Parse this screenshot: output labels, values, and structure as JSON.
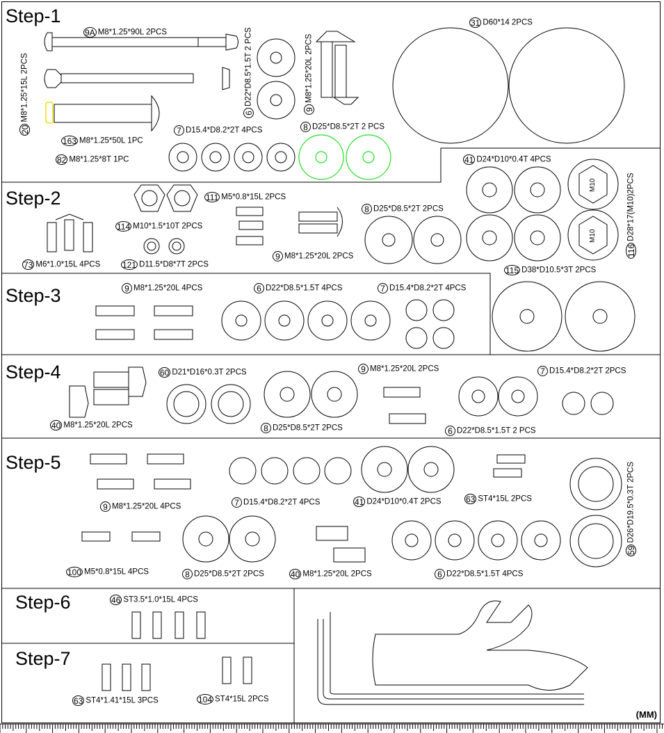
{
  "steps": {
    "s1": "Step-1",
    "s2": "Step-2",
    "s3": "Step-3",
    "s4": "Step-4",
    "s5": "Step-5",
    "s6": "Step-6",
    "s7": "Step-7"
  },
  "unit": "(MM)",
  "parts": {
    "p9a": {
      "num": "9A",
      "text": "M8*1.25*90L  2PCS"
    },
    "p20": {
      "num": "20",
      "text": "M8*1.25*15L  2PCS"
    },
    "p163": {
      "num": "163",
      "text": "M8*1.25*50L  1PC"
    },
    "p82": {
      "num": "82",
      "text": "M8*1.25*8T  1PC"
    },
    "p6a": {
      "num": "6",
      "text": "D22*D8.5*1.5T  2 PCS"
    },
    "p9b": {
      "num": "9",
      "text": "M8*1.25*20L  2PCS"
    },
    "p7a": {
      "num": "7",
      "text": "D15.4*D8.2*2T  4PCS"
    },
    "p8a": {
      "num": "8",
      "text": "D25*D8.5*2T  2 PCS"
    },
    "p31": {
      "num": "31",
      "text": "D60*14  2PCS"
    },
    "p41a": {
      "num": "41",
      "text": "D24*D10*0.4T 4PCS"
    },
    "p116": {
      "num": "116",
      "text": "D28*17(M10)2PCS"
    },
    "p116_mark": "M10",
    "p115": {
      "num": "115",
      "text": "D38*D10.5*3T 2PCS"
    },
    "p114": {
      "num": "114",
      "text": "M10*1.5*10T 2PCS"
    },
    "p111": {
      "num": "111",
      "text": "M5*0.8*15L  2PCS"
    },
    "p8b": {
      "num": "8",
      "text": "D25*D8.5*2T  2PCS"
    },
    "p9c": {
      "num": "9",
      "text": "M8*1.25*20L  2PCS"
    },
    "p73": {
      "num": "73",
      "text": "M6*1.0*15L  4PCS"
    },
    "p121": {
      "num": "121",
      "text": "D11.5*D8*7T  2PCS"
    },
    "p9d": {
      "num": "9",
      "text": "M8*1.25*20L  4PCS"
    },
    "p6b": {
      "num": "6",
      "text": "D22*D8.5*1.5T  4PCS"
    },
    "p7b": {
      "num": "7",
      "text": "D15.4*D8.2*2T 4PCS"
    },
    "p60": {
      "num": "60",
      "text": "D21*D16*0.3T 2PCS"
    },
    "p9e": {
      "num": "9",
      "text": "M8*1.25*20L  2PCS"
    },
    "p7c": {
      "num": "7",
      "text": "D15.4*D8.2*2T  2PCS"
    },
    "p40a": {
      "num": "40",
      "text": "M8*1.25*20L  2PCS"
    },
    "p8c": {
      "num": "8",
      "text": "D25*D8.5*2T  2PCS"
    },
    "p6c": {
      "num": "6",
      "text": "D22*D8.5*1.5T  2 PCS"
    },
    "p9f": {
      "num": "9",
      "text": "M8*1.25*20L  4PCS"
    },
    "p7d": {
      "num": "7",
      "text": "D15.4*D8.2*2T  4PCS"
    },
    "p41b": {
      "num": "41",
      "text": "D24*D10*0.4T 2PCS"
    },
    "p63a": {
      "num": "63",
      "text": "ST4*15L  2PCS"
    },
    "p59": {
      "num": "59",
      "text": "D26*D19.5*0.3T 2PCS"
    },
    "p100": {
      "num": "100",
      "text": "M5*0.8*15L  4PCS"
    },
    "p8d": {
      "num": "8",
      "text": "D25*D8.5*2T  2PCS"
    },
    "p40b": {
      "num": "40",
      "text": "M8*1.25*20L  2PCS"
    },
    "p6d": {
      "num": "6",
      "text": "D22*D8.5*1.5T  4PCS"
    },
    "p46": {
      "num": "46",
      "text": "ST3.5*1.0*15L 4PCS"
    },
    "p63b": {
      "num": "63",
      "text": "ST4*1.41*15L  3PCS"
    },
    "p104": {
      "num": "104",
      "text": "ST4*15L  2PCS"
    }
  },
  "colors": {
    "line": "#000000",
    "highlight_green": "#22dd22",
    "highlight_yellow": "#f0e000"
  }
}
